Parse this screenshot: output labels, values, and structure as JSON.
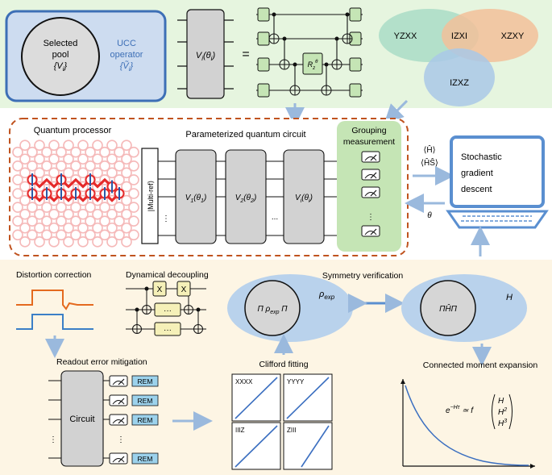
{
  "top": {
    "pool": {
      "line1": "Selected",
      "line2": "pool",
      "line3": "{V",
      "line3_sub": "i",
      "line3_end": "}"
    },
    "ucc": {
      "line1": "UCC",
      "line2": "operator",
      "line3": "{Ṽ",
      "line3_sub": "i",
      "line3_end": "}"
    },
    "gate_label": "V",
    "gate_sub": "i",
    "gate_arg": "(θ",
    "gate_arg_sub": "i",
    "gate_arg_end": ")",
    "equals": "=",
    "rz_label": "R",
    "rz_sub": "z",
    "rz_sup": "θ",
    "venn": [
      "YZXX",
      "IZXI",
      "XZXY",
      "IZXZ"
    ]
  },
  "middle": {
    "quantum_processor": "Quantum processor",
    "pqc": "Parameterized quantum circuit",
    "multi_ref": "|Multi-ref⟩",
    "gates": [
      {
        "v": "V",
        "sub": "1",
        "arg": "(θ",
        "argsub": "1",
        "end": ")"
      },
      {
        "v": "V",
        "sub": "2",
        "arg": "(θ",
        "argsub": "2",
        "end": ")"
      },
      {
        "v": "V",
        "sub": "i",
        "arg": "(θ",
        "argsub": "i",
        "end": ")"
      }
    ],
    "dots": "...",
    "vdots": "⋮",
    "grouping_line1": "Grouping",
    "grouping_line2": "measurement",
    "expect_h": "⟨Ĥ⟩",
    "expect_hs": "⟨ĤŜ⟩",
    "theta": "θ",
    "sgd": [
      "Stochastic",
      "gradient",
      "descent"
    ]
  },
  "bottom": {
    "distortion": "Distortion correction",
    "dynamical": "Dynamical decoupling",
    "x_gate": "X",
    "gate_dots": "···",
    "symmetry": "Symmetry verification",
    "proj_rho": "Π ρ",
    "proj_rho_sub": "exp",
    "proj_rho_end": " Π",
    "rho_exp": "ρ",
    "rho_exp_sub": "exp",
    "phph": "ΠĤΠ",
    "h_label": "H",
    "readout": "Readout error mitigation",
    "circuit": "Circuit",
    "rem": "REM",
    "clifford": "Clifford fitting",
    "panels": [
      "XXXX",
      "YYYY",
      "IIIZ",
      "ZIII"
    ],
    "cme": "Connected moment expansion",
    "formula_lhs": "e",
    "formula_exp": "−Hτ",
    "formula_mid": " ≃ f",
    "formula_terms": [
      "H",
      "H",
      "H"
    ],
    "formula_pows": [
      "",
      "2",
      "3"
    ]
  },
  "colors": {
    "top_bg": "#e6f5df",
    "bottom_bg": "#fdf5e4",
    "blue_box": "#4f80c6",
    "blue_fill": "#c8daee",
    "green_gate": "#c5e5b5",
    "dashed_orange": "#c0531f",
    "red": "#e52b2b",
    "light_blue": "#9ab9dd",
    "monitor": "#5a8fd0"
  }
}
